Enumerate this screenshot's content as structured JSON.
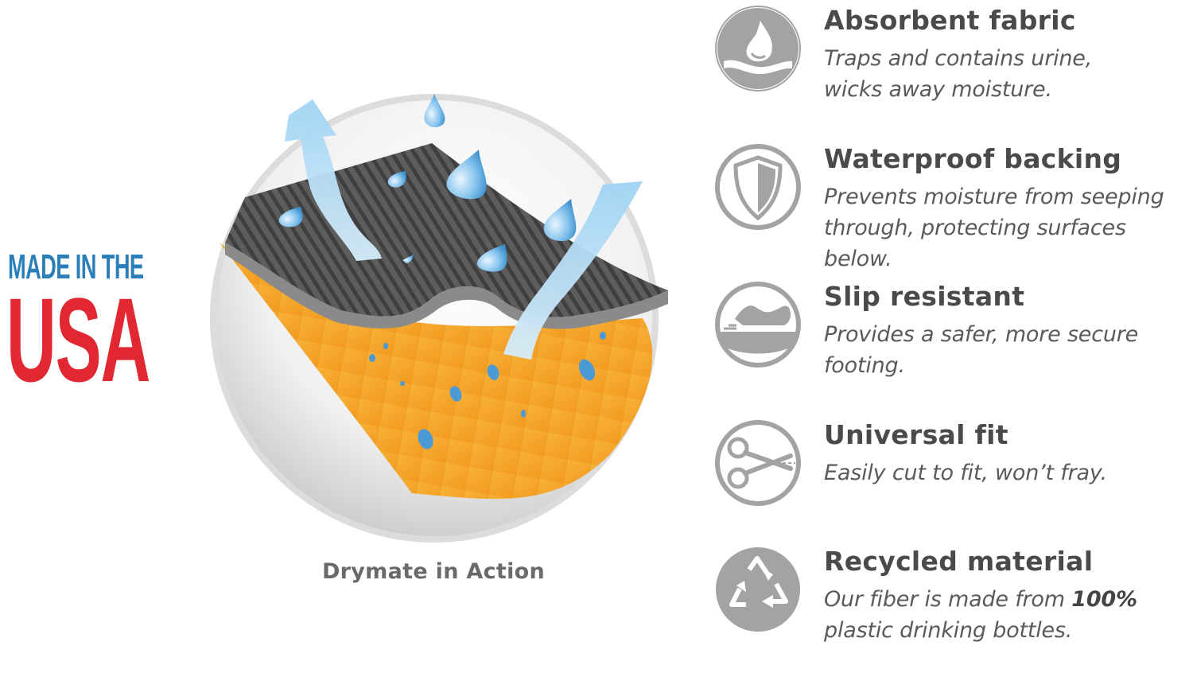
{
  "badge": {
    "line1": "MADE IN THE",
    "line2": "USA",
    "colors": {
      "blue": "#2a7fb8",
      "red": "#e12832"
    }
  },
  "illustration": {
    "caption": "Drymate in Action",
    "colors": {
      "top_layer": "#5b5b5b",
      "bottom_layer": "#f5a52a",
      "water": "#8fc8ee",
      "circle": "#d6d6d6"
    }
  },
  "features": [
    {
      "icon": "water-drop-icon",
      "title": "Absorbent fabric",
      "desc_line1": "Traps and contains urine,",
      "desc_line2": "wicks away moisture."
    },
    {
      "icon": "shield-icon",
      "title": "Waterproof backing",
      "desc_line1": "Prevents moisture from seeping",
      "desc_line2": "through, protecting surfaces below."
    },
    {
      "icon": "shoe-icon",
      "title": "Slip resistant",
      "desc_line1": "Provides a safer, more secure",
      "desc_line2": "footing."
    },
    {
      "icon": "scissors-icon",
      "title": "Universal fit",
      "desc_line1": "Easily cut to fit, won’t fray.",
      "desc_line2": ""
    },
    {
      "icon": "recycle-icon",
      "title": "Recycled material",
      "desc_line1_pre": "Our fiber is made from ",
      "desc_line1_bold": "100%",
      "desc_line2": "plastic drinking bottles."
    }
  ],
  "icon_color": "#a3a3a3"
}
